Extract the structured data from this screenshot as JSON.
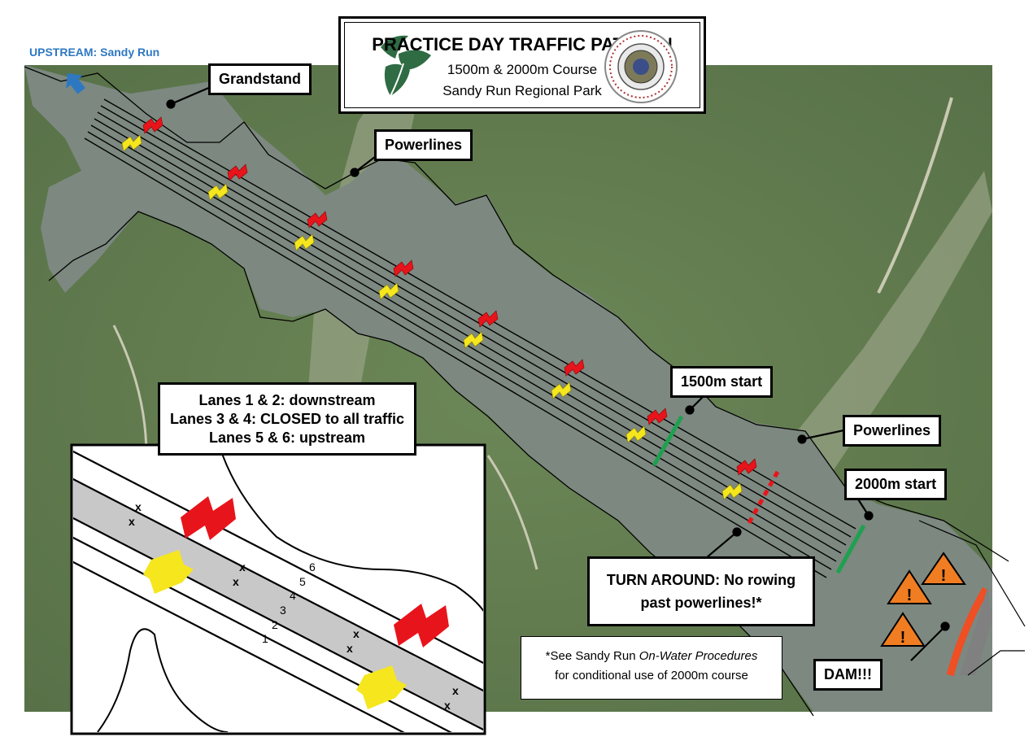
{
  "title": {
    "main": "PRACTICE DAY TRAFFIC PATTERN",
    "sub1": "1500m & 2000m Course",
    "sub2": "Sandy Run Regional Park"
  },
  "labels": {
    "upstream": "UPSTREAM: Sandy Run",
    "grandstand": "Grandstand",
    "powerlines_top": "Powerlines",
    "start_1500": "1500m start",
    "powerlines_right": "Powerlines",
    "start_2000": "2000m start",
    "dam": "DAM!!!"
  },
  "lanes_box": {
    "line1": "Lanes 1 & 2: downstream",
    "line2": "Lanes 3 & 4: CLOSED to all traffic",
    "line3": "Lanes 5 & 6: upstream"
  },
  "turn_box": {
    "line1": "TURN AROUND: No rowing",
    "line2": "past powerlines!*"
  },
  "note_box": {
    "pre": "*See Sandy Run ",
    "emph": "On-Water Procedures",
    "line2": "for conditional use of 2000m course"
  },
  "inset": {
    "lane_numbers": [
      "1",
      "2",
      "3",
      "4",
      "5",
      "6"
    ],
    "buoy_mark": "x"
  },
  "warning_symbol": "!",
  "colors": {
    "water": "#7d8a82",
    "land": "#5f7a4e",
    "upstream_arrow": "#2e78c2",
    "upstream_marker": "#e8141b",
    "downstream_marker": "#f5e61e",
    "start_line": "#1fa050",
    "turnaround_line": "#e8141b",
    "dam": "#f04e23",
    "warning": "#f07d22",
    "closed_lanes": "#c8c8c8"
  },
  "icons": {
    "logo": "leaf-heron-logo",
    "seal": "vasra-seal",
    "arrow": "upstream-arrow-icon",
    "warning": "warning-triangle-icon"
  }
}
